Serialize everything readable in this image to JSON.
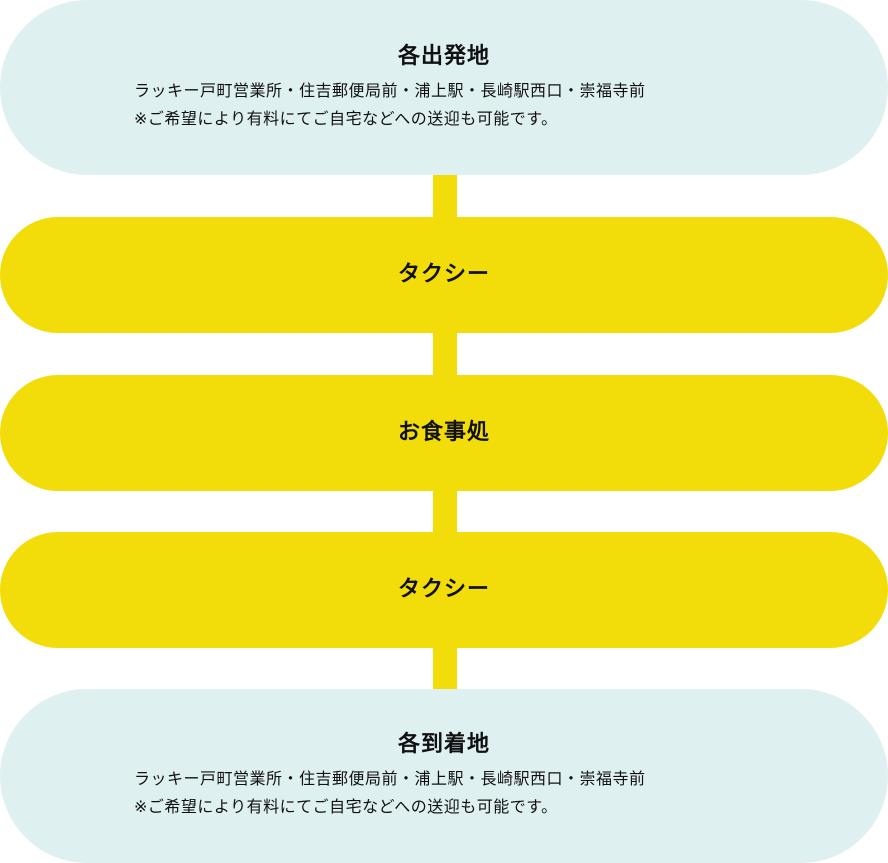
{
  "flow": {
    "start": {
      "title": "各出発地",
      "locations": "ラッキー戸町営業所・住吉郵便局前・浦上駅・長崎駅西口・崇福寺前",
      "note": "※ご希望により有料にてご自宅などへの送迎も可能です。"
    },
    "steps": [
      {
        "label": "タクシー"
      },
      {
        "label": "お食事処"
      },
      {
        "label": "タクシー"
      }
    ],
    "end": {
      "title": "各到着地",
      "locations": "ラッキー戸町営業所・住吉郵便局前・浦上駅・長崎駅西口・崇福寺前",
      "note": "※ご希望により有料にてご自宅などへの送迎も可能です。"
    }
  },
  "colors": {
    "endpoint_fill": "#dff0f0",
    "step_fill": "#f2dd0a",
    "connector": "#f2dd0a"
  }
}
